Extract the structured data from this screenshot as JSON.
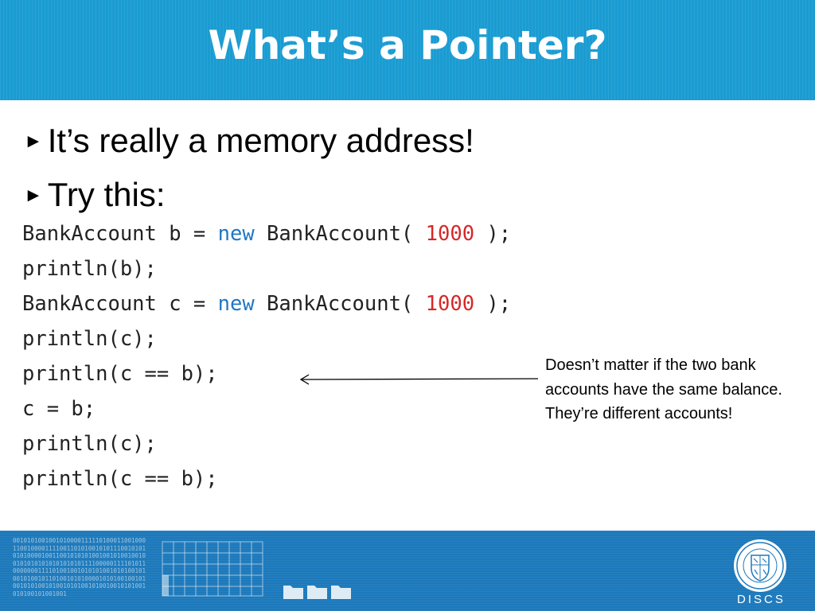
{
  "slide": {
    "title": "What’s a Pointer?",
    "bullets": [
      {
        "marker": "►",
        "text": "It’s really a memory address!"
      },
      {
        "marker": "►",
        "text": "Try this:"
      }
    ],
    "code": [
      {
        "pre": "BankAccount b = ",
        "keyword": "new",
        "mid": " BankAccount( ",
        "number": "1000",
        "post": " );"
      },
      {
        "text": "println(b);"
      },
      {
        "pre": "BankAccount c = ",
        "keyword": "new",
        "mid": " BankAccount( ",
        "number": "1000",
        "post": " );"
      },
      {
        "text": "println(c);"
      },
      {
        "text": "println(c == b);"
      },
      {
        "text": "c = b;"
      },
      {
        "text": "println(c);"
      },
      {
        "text": "println(c == b);"
      }
    ],
    "callout": "Doesn’t matter if the two bank accounts have the same balance. They’re different accounts!"
  },
  "footer": {
    "org_name": "DISCS",
    "logo_icon": "university-seal-icon",
    "grid_icon": "grid-chart-icon",
    "folder_icon": "folder-icon",
    "binary_pattern": "0010101001001010000111110100011001000110010000111100110101001010111001010101010000100110010101010010010100100100101010101010101010111100000111101011000000011110100100101010100101010010100101001011010010101000010101001001010010101001010010101001010010010101001010100101001001"
  },
  "colors": {
    "title_bar": "#1a9cd2",
    "footer": "#1d79bb",
    "keyword": "#1f77c4",
    "number": "#d62828"
  }
}
